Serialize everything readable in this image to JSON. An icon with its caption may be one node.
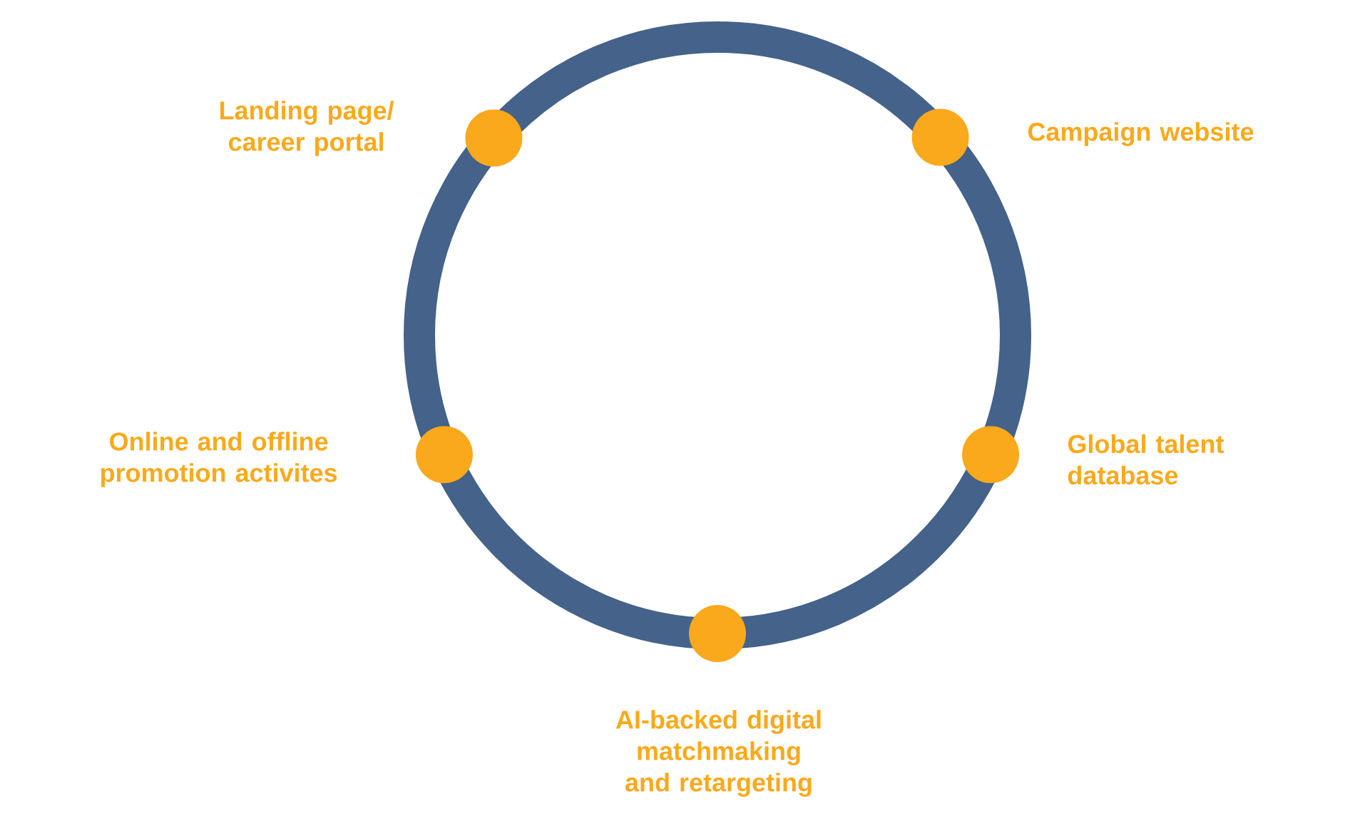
{
  "diagram": {
    "nodes": [
      {
        "text": [],
        "shape": "circle",
        "beside": [
          "Landing page/ career portal"
        ]
      },
      {
        "text": [],
        "shape": "circle",
        "beside": [
          "Campaign website"
        ]
      },
      {
        "text": [],
        "shape": "circle",
        "beside": [
          "Global talent database"
        ]
      },
      {
        "text": [],
        "shape": "circle",
        "beside": [
          "AI-backed digital matchmaking and retargeting"
        ]
      },
      {
        "text": [],
        "shape": "circle",
        "beside": [
          "Online and offline promotion activites"
        ]
      }
    ]
  }
}
